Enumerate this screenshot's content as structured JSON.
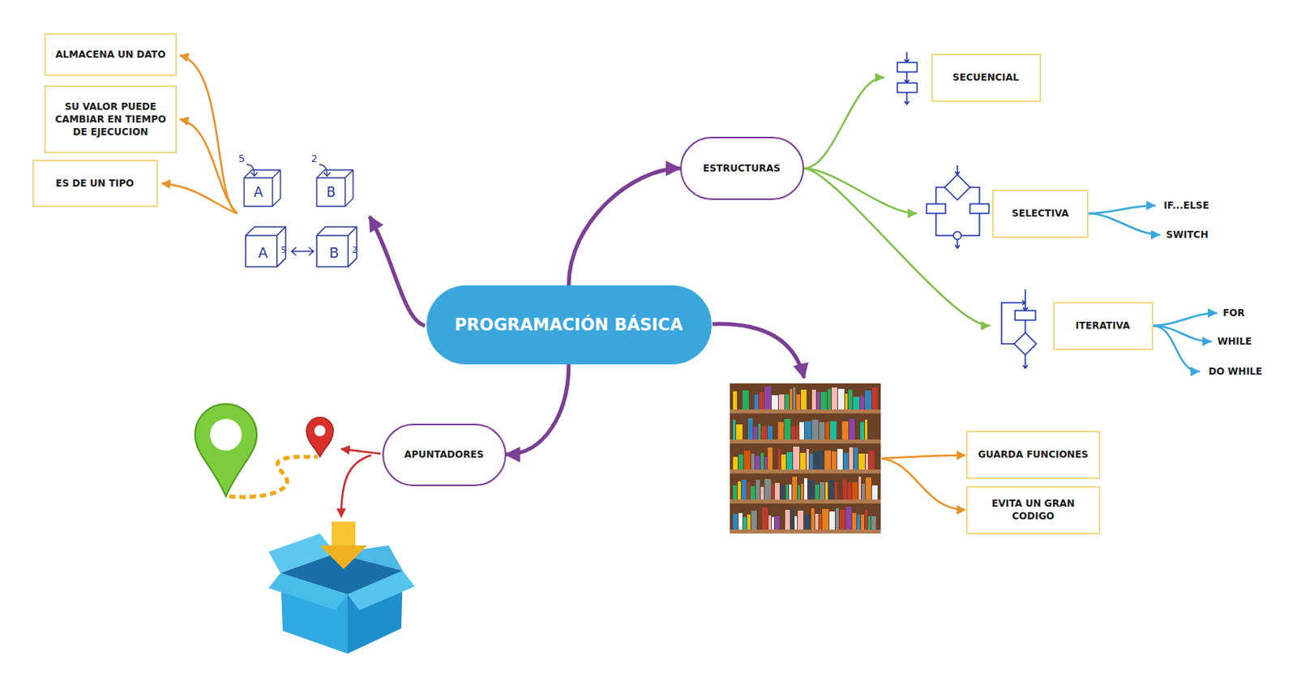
{
  "diagram": {
    "nodes": [
      {
        "text": [
          "PROGRAMACIÓN BÁSICA"
        ]
      },
      {
        "text": [
          "ALMACENA UN DATO"
        ]
      },
      {
        "text": [
          "SU VALOR PUEDE CAMBIAR EN TIEMPO DE EJECUCION"
        ]
      },
      {
        "text": [
          "ES DE UN TIPO"
        ]
      },
      {
        "text": [
          "ESTRUCTURAS"
        ]
      },
      {
        "text": [
          "SECUENCIAL"
        ]
      },
      {
        "text": [
          "SELECTIVA"
        ]
      },
      {
        "text": [
          "IF...ELSE"
        ]
      },
      {
        "text": [
          "SWITCH"
        ]
      },
      {
        "text": [
          "ITERATIVA"
        ]
      },
      {
        "text": [
          "FOR"
        ]
      },
      {
        "text": [
          "WHILE"
        ]
      },
      {
        "text": [
          "DO WHILE"
        ]
      },
      {
        "text": [
          "APUNTADORES"
        ]
      },
      {
        "text": [
          "GUARDA FUNCIONES"
        ]
      },
      {
        "text": [
          "EVITA UN GRAN CODIGO"
        ]
      }
    ],
    "edges": [
      {
        "from": 0,
        "to": 4,
        "arrow": "to"
      },
      {
        "from": 4,
        "to": 5,
        "arrow": "to"
      },
      {
        "from": 4,
        "to": 6,
        "arrow": "to"
      },
      {
        "from": 4,
        "to": 9,
        "arrow": "to"
      },
      {
        "from": 6,
        "to": 7,
        "arrow": "to"
      },
      {
        "from": 6,
        "to": 8,
        "arrow": "to"
      },
      {
        "from": 9,
        "to": 10,
        "arrow": "to"
      },
      {
        "from": 9,
        "to": 11,
        "arrow": "to"
      },
      {
        "from": 9,
        "to": 12,
        "arrow": "to"
      },
      {
        "from": 0,
        "to": 13,
        "arrow": "to"
      }
    ],
    "labels": [
      "5",
      "A",
      "2",
      "B",
      "A",
      "5",
      "B",
      "2"
    ]
  }
}
